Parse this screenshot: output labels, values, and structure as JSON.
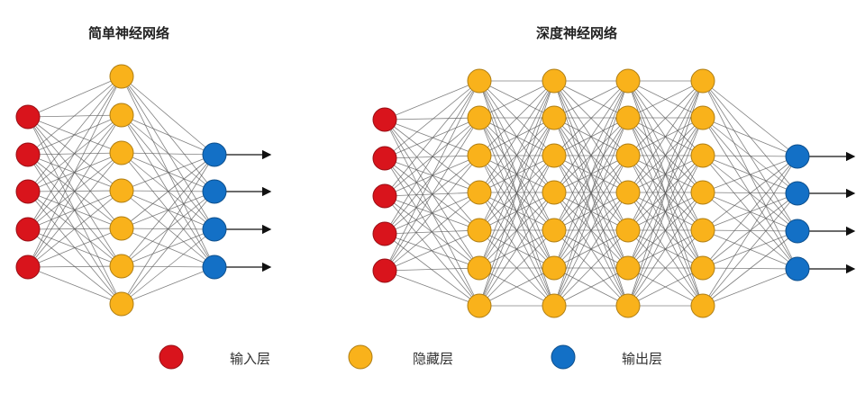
{
  "titles": {
    "simple": "简单神经网络",
    "deep": "深度神经网络"
  },
  "legend": {
    "input": "输入层",
    "hidden": "隐藏层",
    "output": "输出层"
  },
  "colors": {
    "input": "#d9141c",
    "hidden": "#f9b21b",
    "output": "#1370c6",
    "edge": "#555555"
  },
  "networks": [
    {
      "name": "simple",
      "layers": [
        5,
        7,
        4
      ]
    },
    {
      "name": "deep",
      "layers": [
        5,
        7,
        7,
        7,
        7,
        4
      ]
    }
  ]
}
